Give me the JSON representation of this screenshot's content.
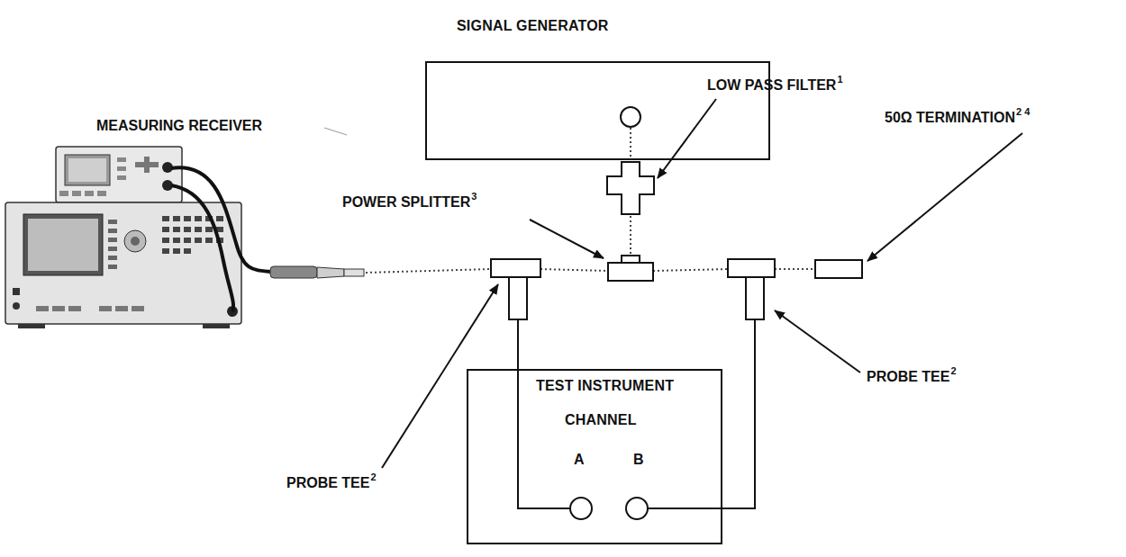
{
  "diagram": {
    "nodes": [
      {
        "text": [
          "SIGNAL GENERATOR"
        ]
      },
      {
        "text": [
          "TEST INSTRUMENT",
          "CHANNEL",
          "A",
          "B"
        ]
      }
    ],
    "labels": [
      "MEASURING RECEIVER",
      "POWER SPLITTER",
      "3",
      "LOW PASS FILTER",
      "1",
      "50Ω TERMINATION",
      "2 4",
      "PROBE TEE",
      "2",
      "PROBE TEE",
      "2"
    ]
  }
}
